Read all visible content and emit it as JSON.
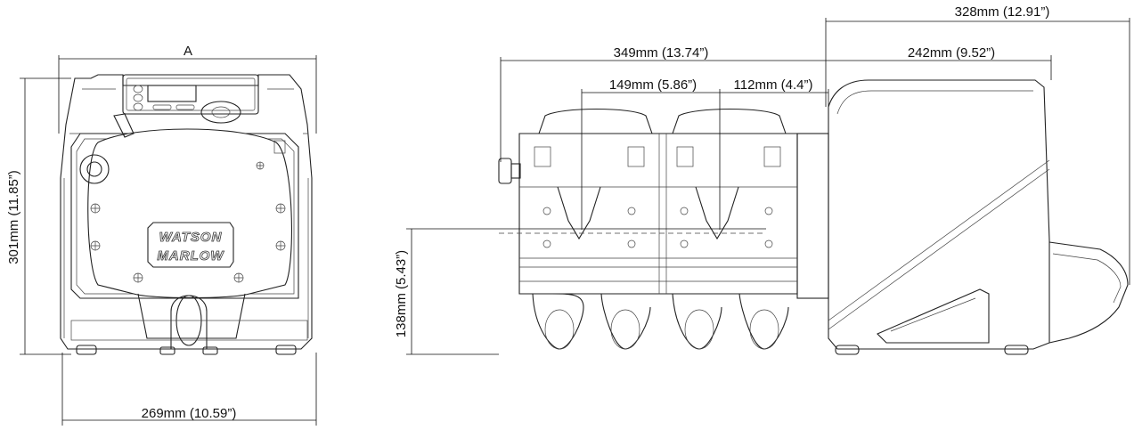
{
  "dimensions": {
    "front_width_label": "A",
    "front_height": "301mm (11.85”)",
    "front_base_width": "269mm (10.59”)",
    "side_total_length": "349mm (13.74”)",
    "side_head_span": "149mm (5.86”)",
    "side_head_pitch": "112mm (4.4”)",
    "side_overall_length": "328mm (12.91”)",
    "side_drive_length": "242mm (9.52”)",
    "side_port_height": "138mm (5.43”)"
  },
  "logo": {
    "line1": "WATSON",
    "line2": "MARLOW"
  }
}
